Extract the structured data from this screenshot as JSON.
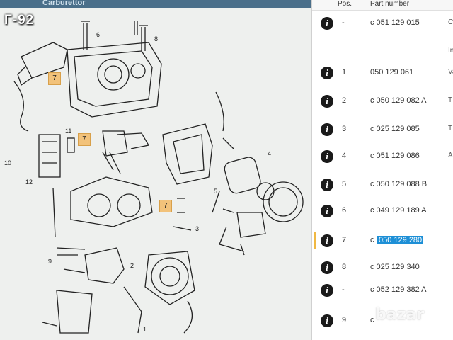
{
  "overlay_title": "Г-92",
  "page_header": "Carburettor",
  "diagram": {
    "callouts": [
      "7",
      "7",
      "7"
    ],
    "labels": [
      "6",
      "8",
      "11",
      "10",
      "12",
      "9",
      "4",
      "5",
      "3",
      "2",
      "1"
    ]
  },
  "table": {
    "col_pos": "Pos.",
    "col_part": "Part number",
    "rows": [
      {
        "pos": "-",
        "part": "c 051 129 015",
        "extra": "Ca",
        "selected": false
      },
      {
        "pos": "",
        "part": "",
        "extra": "In",
        "selected": false
      },
      {
        "pos": "1",
        "part": "050 129 061",
        "extra": "Va",
        "selected": false
      },
      {
        "pos": "2",
        "part": "c 050 129 082 A",
        "extra": "T",
        "selected": false
      },
      {
        "pos": "3",
        "part": "c 025 129 085",
        "extra": "T",
        "selected": false
      },
      {
        "pos": "4",
        "part": "c 051 129 086",
        "extra": "A",
        "selected": false
      },
      {
        "pos": "5",
        "part": "c 050 129 088 B",
        "extra": "",
        "selected": false
      },
      {
        "pos": "6",
        "part": "c 049 129 189 A",
        "extra": "",
        "selected": false
      },
      {
        "pos": "7",
        "part_prefix": "c",
        "part": "050 129 280",
        "extra": "",
        "selected": true
      },
      {
        "pos": "8",
        "part": "c 025 129 340",
        "extra": "",
        "selected": false
      },
      {
        "pos": "-",
        "part": "c 052 129 382 A",
        "extra": "",
        "selected": false
      },
      {
        "pos": "9",
        "part": "c",
        "extra": "",
        "selected": false
      }
    ]
  },
  "watermark": "bazar",
  "colors": {
    "selection": "#1d8fd6",
    "callout": "#f2c27a",
    "icon": "#1a1a1a"
  }
}
